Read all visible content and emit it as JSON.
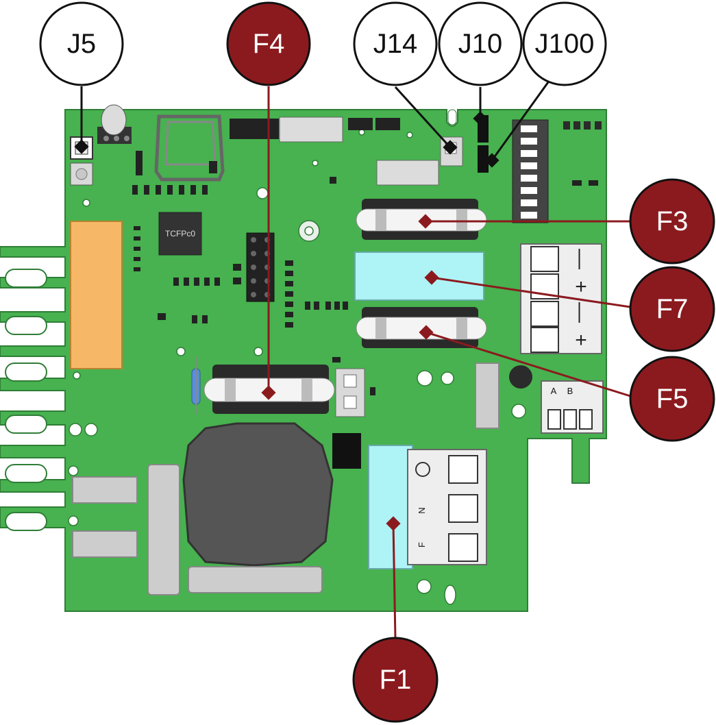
{
  "colors": {
    "board": "#47b24f",
    "board_edge": "#2f7d37",
    "fuse_callout": "#8b1a1f",
    "jumper_callout": "#ffffff",
    "leader": "#8b1a1f",
    "jumper_leader": "#111111",
    "fuse_holder_clear": "#aef3f5",
    "relay": "#f6b867",
    "inductor": "#555555"
  },
  "callouts": {
    "jumpers": [
      {
        "id": "j5",
        "label": "J5"
      },
      {
        "id": "j14",
        "label": "J14"
      },
      {
        "id": "j10",
        "label": "J10"
      },
      {
        "id": "j100",
        "label": "J100"
      }
    ],
    "fuses": [
      {
        "id": "f4",
        "label": "F4"
      },
      {
        "id": "f3",
        "label": "F3"
      },
      {
        "id": "f7",
        "label": "F7"
      },
      {
        "id": "f5",
        "label": "F5"
      },
      {
        "id": "f1",
        "label": "F1"
      }
    ]
  },
  "board_markings": {
    "chip_marking": "TCFPc0",
    "terminal_a": "A",
    "terminal_b": "B",
    "power_minus_1": "—",
    "power_plus_1": "+",
    "power_minus_2": "—",
    "power_plus_2": "+",
    "mains_label_n": "N",
    "mains_label_f": "F"
  }
}
